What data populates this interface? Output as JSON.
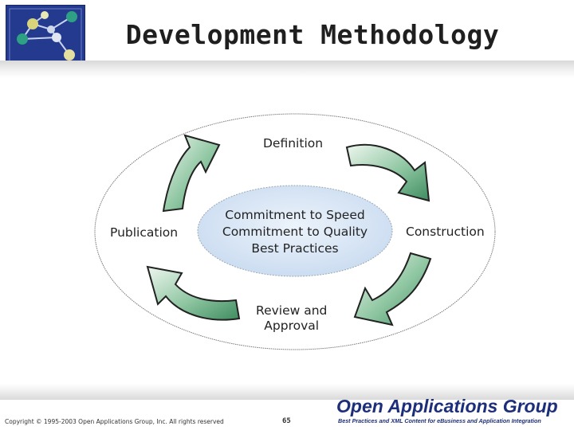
{
  "header": {
    "title": "Development Methodology",
    "logo_icon": "network-nodes-logo",
    "logo_bg": "#233a8f"
  },
  "diagram": {
    "phases": [
      "Definition",
      "Construction",
      "Review and Approval",
      "Publication"
    ],
    "review_lines": [
      "Review and",
      "Approval"
    ],
    "center_lines": [
      "Commitment to Speed",
      "Commitment to Quality",
      "Best Practices"
    ],
    "center_color": "#dde9f6",
    "arrow_color": "#4e9a6d"
  },
  "footer": {
    "copyright": "Copyright © 1995-2003 Open Applications Group, Inc. All rights reserved",
    "page_number": "65",
    "brand_name": "Open Applications Group",
    "brand_tagline": "Best Practices and XML Content for eBusiness and Application Integration"
  }
}
